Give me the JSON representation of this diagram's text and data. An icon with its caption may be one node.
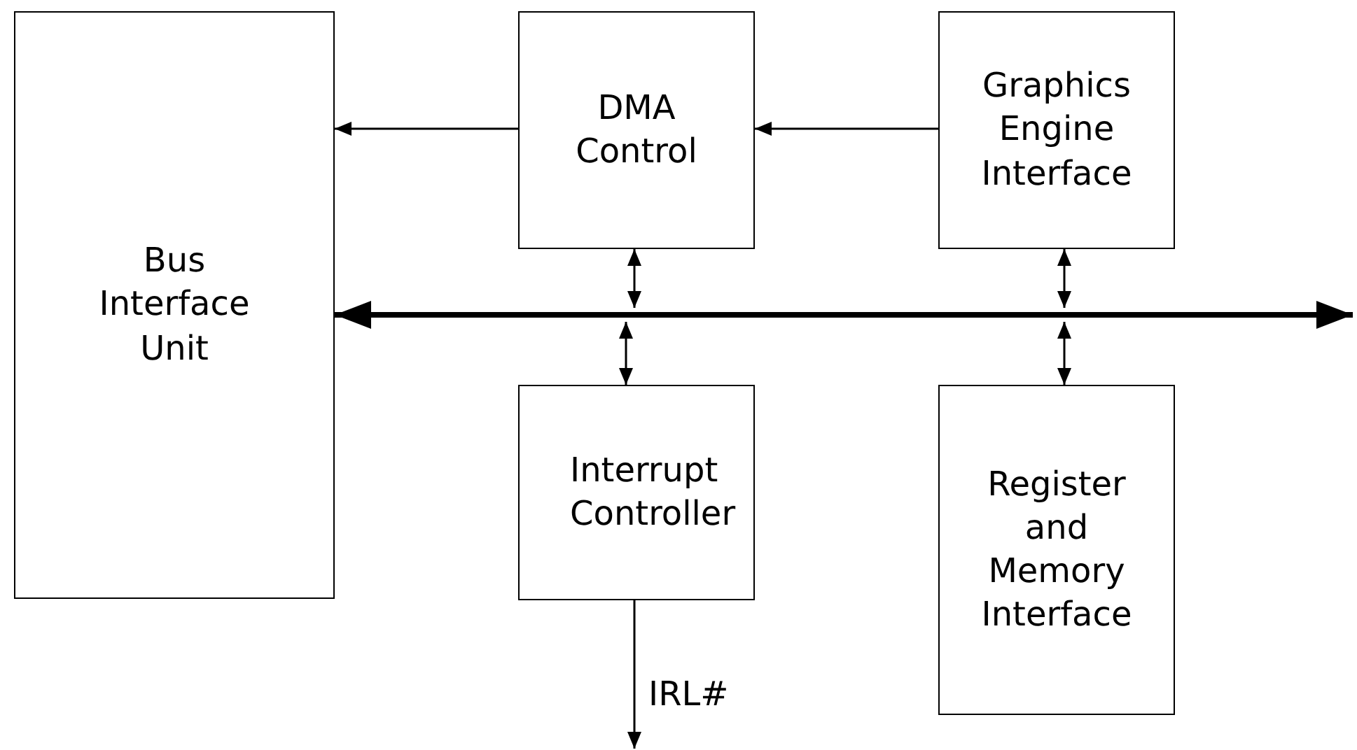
{
  "diagram": {
    "nodes": [
      {
        "text": [
          "Bus Interface Unit"
        ]
      },
      {
        "text": [
          "DMA Control"
        ]
      },
      {
        "text": [
          "Graphics Engine Interface"
        ]
      },
      {
        "text": [
          "Interrupt Controller"
        ]
      },
      {
        "text": [
          "Register and Memory Interface"
        ]
      }
    ],
    "edges": [
      {
        "from": 1,
        "to": 0,
        "arrow": "to"
      },
      {
        "from": 2,
        "to": 1,
        "arrow": "to"
      },
      {
        "from": 0,
        "to": null,
        "arrow": "both",
        "style": "thick"
      },
      {
        "from": 1,
        "to": null,
        "arrow": "both"
      },
      {
        "from": 2,
        "to": null,
        "arrow": "both"
      },
      {
        "from": 3,
        "to": null,
        "arrow": "both"
      },
      {
        "from": 4,
        "to": null,
        "arrow": "both"
      },
      {
        "from": 3,
        "to": null,
        "arrow": "to",
        "label": "IRL#"
      }
    ]
  }
}
